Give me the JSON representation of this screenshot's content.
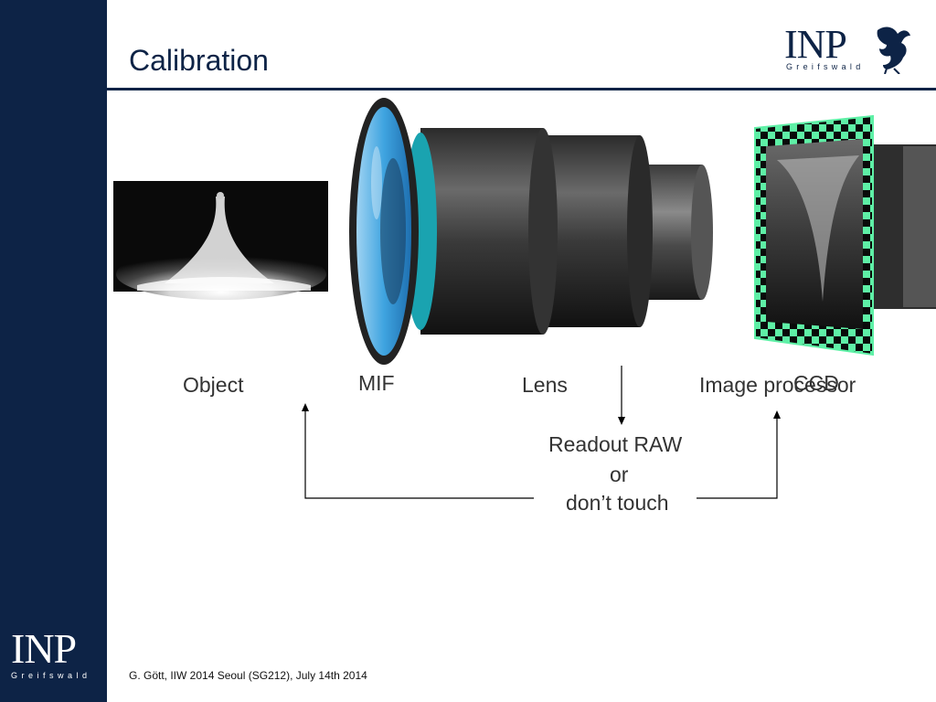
{
  "slide": {
    "title": "Calibration",
    "footer": "G. Gött, IIW 2014 Seoul (SG212), July 14th 2014"
  },
  "logo": {
    "main": "INP",
    "sub": "Greifswald"
  },
  "sidebar_logo": {
    "main": "INP",
    "sub": "Greifswald"
  },
  "diagram": {
    "labels": {
      "object": "Object",
      "mif": "MIF",
      "lens": "Lens",
      "image_processor": "Image processor",
      "ccd": "CCD"
    },
    "readout": {
      "line1": "Readout RAW",
      "line2": "or",
      "line3": "don’t touch"
    }
  },
  "colors": {
    "navy": "#0d2346",
    "lens_blue": "#3fa4e0",
    "lens_teal": "#1aa3b0",
    "checker_green": "#5ef0a6",
    "text_gray": "#333333"
  }
}
